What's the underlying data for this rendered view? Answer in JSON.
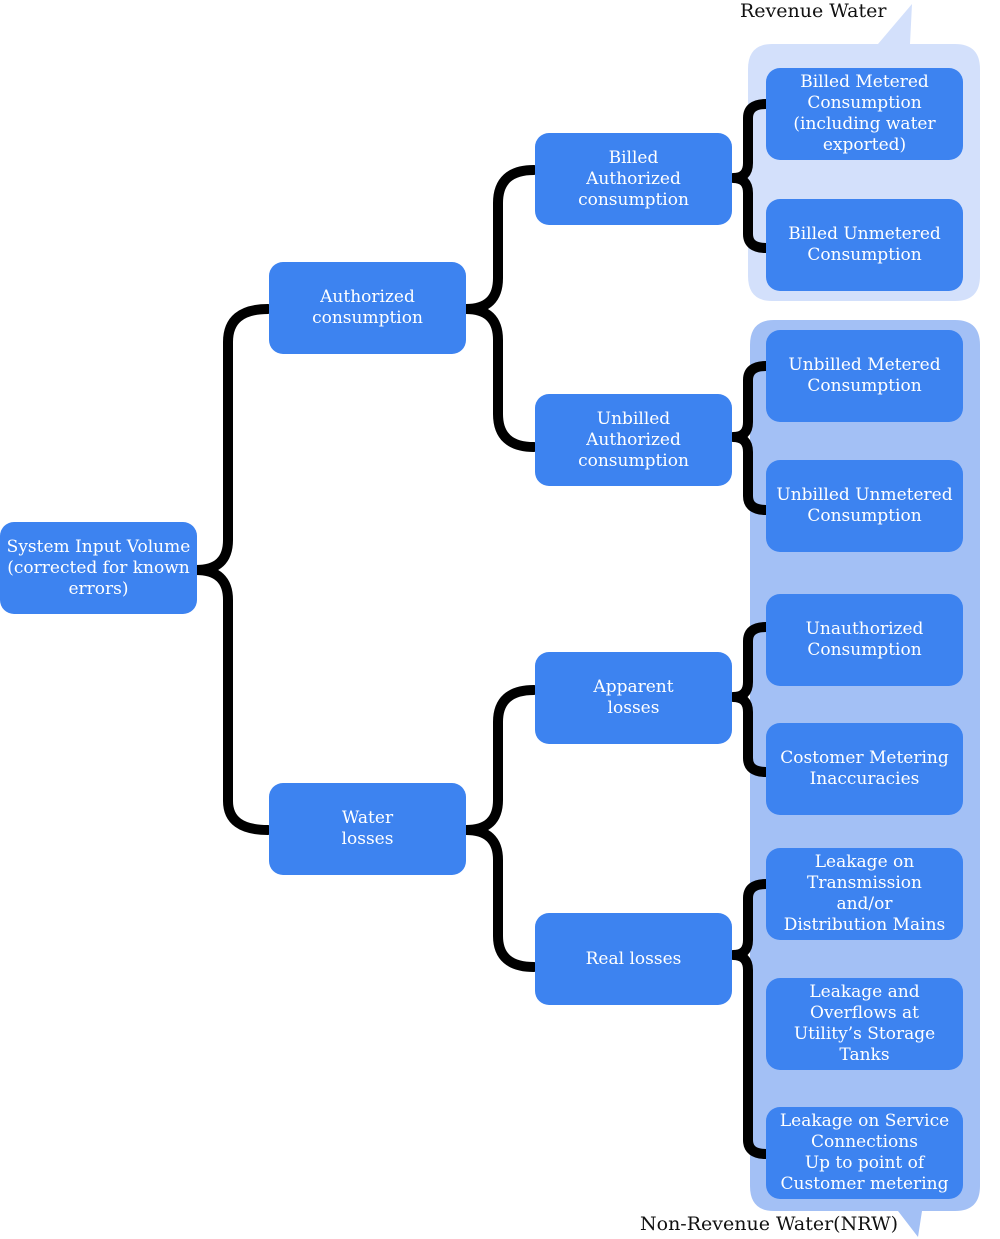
{
  "regions": {
    "revenue_water": {
      "label": "Revenue Water",
      "color": "#d3e0fb"
    },
    "non_revenue_water": {
      "label": "Non-Revenue Water(NRW)",
      "color": "#a3c0f5"
    }
  },
  "colors": {
    "box": "#3d83f0",
    "connector": "#000000"
  },
  "nodes": {
    "system_input": "System Input Volume\n(corrected for known\nerrors)",
    "authorized": "Authorized\nconsumption",
    "water_losses": "Water\nlosses",
    "billed_authorized": "Billed\nAuthorized\nconsumption",
    "unbilled_authorized": "Unbilled\nAuthorized\nconsumption",
    "apparent_losses": "Apparent\nlosses",
    "real_losses": "Real losses",
    "billed_metered": "Billed Metered\nConsumption\n(including water\nexported)",
    "billed_unmetered": "Billed Unmetered\nConsumption",
    "unbilled_metered": "Unbilled Metered\nConsumption",
    "unbilled_unmetered": "Unbilled Unmetered\nConsumption",
    "unauthorized": "Unauthorized\nConsumption",
    "metering_inaccuracies": "Costomer Metering\nInaccuracies",
    "leakage_mains": "Leakage on\nTransmission\nand/or\nDistribution Mains",
    "leakage_tanks": "Leakage and\nOverflows at\nUtility’s Storage\nTanks",
    "leakage_service": "Leakage on Service\nConnections\nUp to point of\nCustomer metering"
  }
}
